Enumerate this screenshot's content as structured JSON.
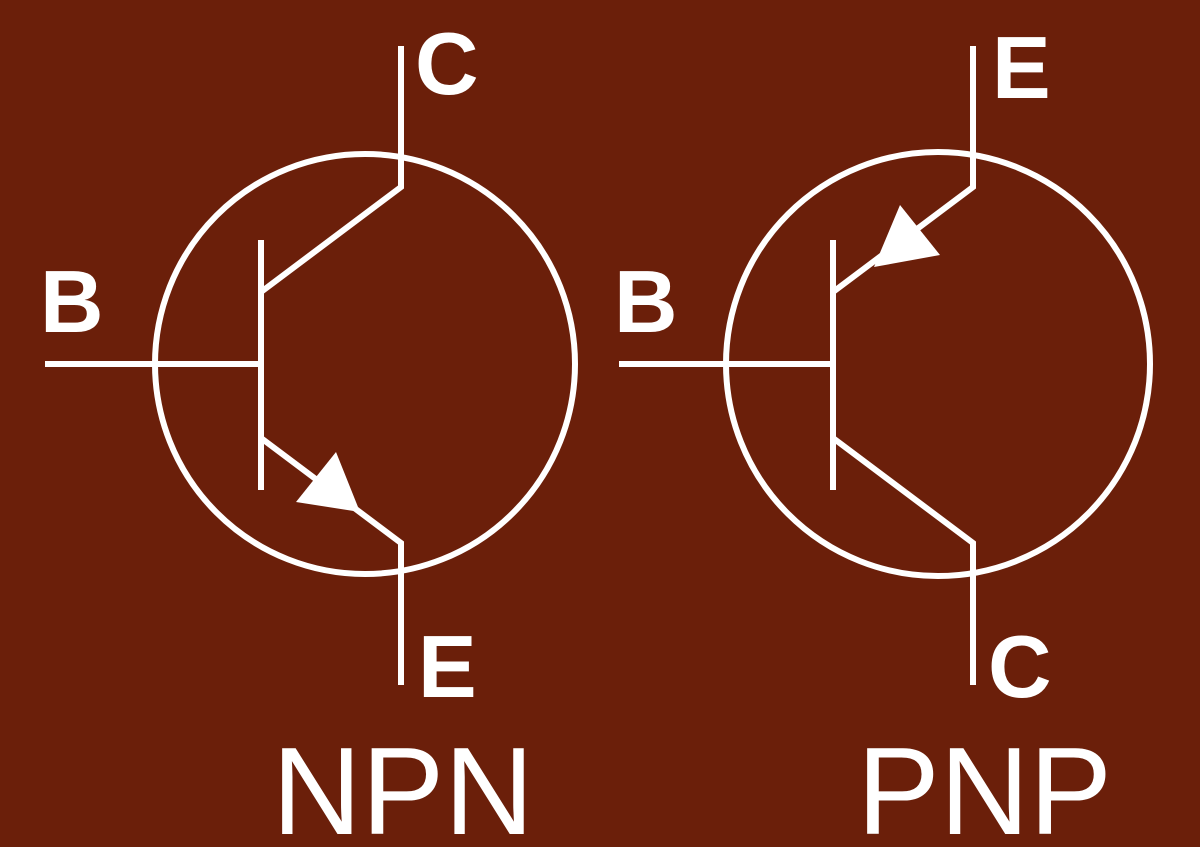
{
  "colors": {
    "background": "#6b1f0a",
    "foreground": "#ffffff"
  },
  "npn": {
    "type_label": "NPN",
    "base_label": "B",
    "collector_label": "C",
    "emitter_label": "E",
    "emitter_arrow": "outward"
  },
  "pnp": {
    "type_label": "PNP",
    "base_label": "B",
    "collector_label": "C",
    "emitter_label": "E",
    "emitter_arrow": "inward"
  }
}
